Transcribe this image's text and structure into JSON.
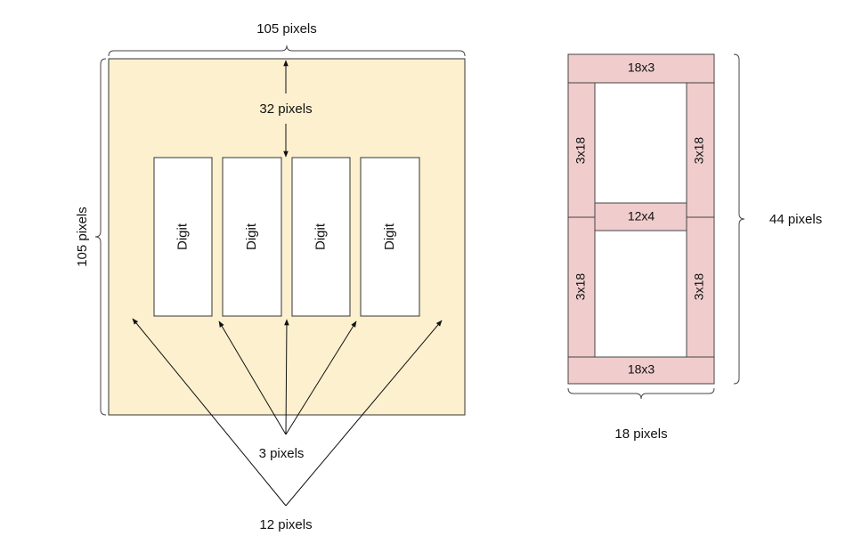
{
  "left_panel": {
    "width_label": "105 pixels",
    "height_label": "105 pixels",
    "top_margin_label": "32 pixels",
    "gap_label": "3 pixels",
    "side_margin_label": "12 pixels",
    "digits": [
      "Digit",
      "Digit",
      "Digit",
      "Digit"
    ]
  },
  "right_panel": {
    "segments": {
      "top": "18x3",
      "upper_left": "3x18",
      "upper_right": "3x18",
      "middle": "12x4",
      "lower_left": "3x18",
      "lower_right": "3x18",
      "bottom": "18x3"
    },
    "height_label": "44 pixels",
    "width_label": "18 pixels"
  },
  "colors": {
    "canvas_fill": "#fdf0cf",
    "segment_fill": "#f0cccc",
    "stroke": "#222222"
  }
}
